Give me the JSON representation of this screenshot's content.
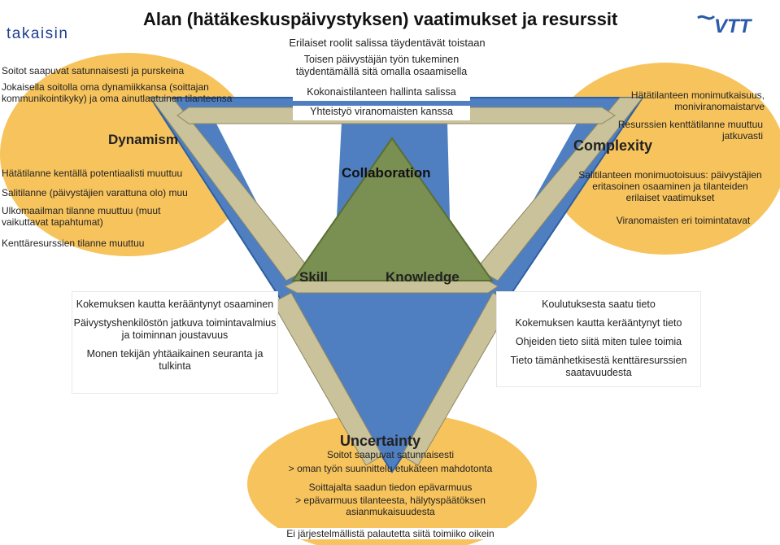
{
  "nav": {
    "back_label": "takaisin"
  },
  "header": {
    "title": "Alan (hätäkeskuspäivystyksen) vaatimukset ja resurssit",
    "subtitle": "Erilaiset roolit salissa täydentävät toistaan"
  },
  "logo": {
    "text": "VTT"
  },
  "dynamism": {
    "heading": "Dynamism",
    "top_items": [
      "Soitot saapuvat satunnaisesti ja purskeina",
      "Jokaisella soitolla oma dynamiikkansa (soittajan kommunikointikyky) ja oma ainutlaatuinen tilanteensa"
    ],
    "bottom_items": [
      "Hätätilanne kentällä potentiaalisti muuttuu",
      "Salitilanne (päivystäjien varattuna olo) muu",
      "Ulkomaailman tilanne muuttuu (muut vaikuttavat tapahtumat)",
      "Kenttäresurssien tilanne muuttuu"
    ]
  },
  "collaboration": {
    "heading": "Collaboration",
    "items": [
      "Toisen päivystäjän työn tukeminen täydentämällä sitä omalla osaamisella",
      "Kokonaistilanteen hallinta salissa",
      "Yhteistyö viranomaisten kanssa"
    ]
  },
  "complexity": {
    "heading": "Complexity",
    "top_items": [
      "Hätätilanteen monimutkaisuus, moniviranomaistarve",
      "Resurssien kenttätilanne muuttuu jatkuvasti"
    ],
    "bottom_items": [
      "Salitilanteen monimuotoisuus: päivystäjien eritasoinen osaaminen ja tilanteiden erilaiset vaatimukset",
      "Viranomaisten eri toimintatavat"
    ]
  },
  "skill": {
    "heading": "Skill",
    "items": [
      "Kokemuksen kautta kerääntynyt osaaminen",
      "Päivystyshenkilöstön jatkuva toimintavalmius ja toiminnan joustavuus",
      "Monen tekijän yhtäaikainen seuranta ja tulkinta"
    ]
  },
  "knowledge": {
    "heading": "Knowledge",
    "items": [
      "Koulutuksesta saatu tieto",
      "Kokemuksen kautta kerääntynyt tieto",
      "Ohjeiden tieto siitä miten tulee toimia",
      "Tieto tämänhetkisestä kenttäresurssien saatavuudesta"
    ]
  },
  "uncertainty": {
    "heading": "Uncertainty",
    "items": [
      "Soitot saapuvat satunnaisesti",
      "> oman työn suunnittelu etukäteen mahdotonta",
      "Soittajalta saadun tiedon epävarmuus",
      "> epävarmuus tilanteesta, hälytyspäätöksen asianmukaisuudesta",
      "Ei järjestelmällistä palautetta siitä toimiiko oikein"
    ]
  },
  "colors": {
    "ellipse": "#f7c35c",
    "blue_triangle": "#4f7fc0",
    "green_triangle": "#7a8f52",
    "arrow": "#c9c29a",
    "logo": "#2a5aa8"
  }
}
